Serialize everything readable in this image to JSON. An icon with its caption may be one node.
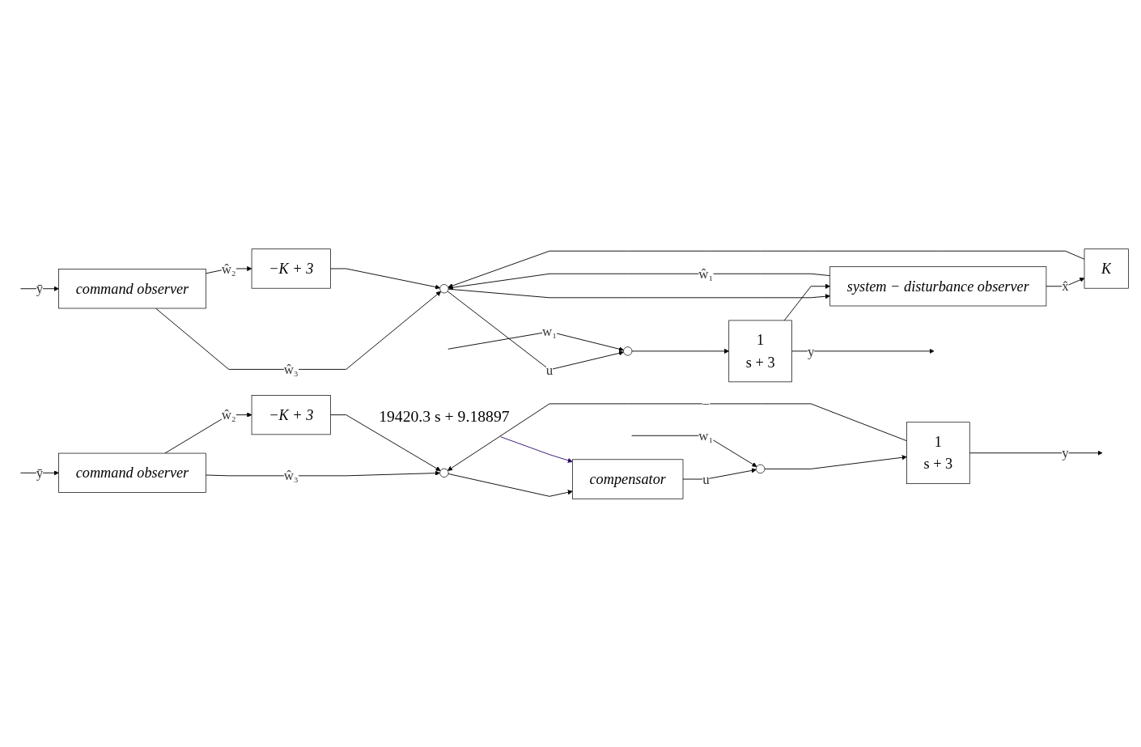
{
  "diagram": {
    "nodes": [
      {
        "text": [
          "command observer"
        ]
      },
      {
        "text": [
          "−K + 3"
        ]
      },
      {
        "text": [],
        "shape": "circle"
      },
      {
        "text": [
          "K"
        ]
      },
      {
        "text": [],
        "shape": "circle"
      },
      {
        "text": [
          "1",
          "s + 3"
        ]
      },
      {
        "text": [
          "system − disturbance observer"
        ]
      },
      {
        "text": [
          "command observer"
        ]
      },
      {
        "text": [
          "−K + 3"
        ]
      },
      {
        "text": [],
        "shape": "circle"
      },
      {
        "text": [
          "compensator"
        ]
      },
      {
        "text": [],
        "shape": "circle"
      },
      {
        "text": [
          "1",
          "s + 3"
        ]
      },
      {
        "text": [
          "19420.3     s + 9.18897"
        ]
      }
    ],
    "edges": [
      {
        "from": null,
        "to": 0,
        "arrow": "to",
        "label": "ȳ"
      },
      {
        "from": 0,
        "to": 2,
        "arrow": "to",
        "label": "ŵ₃"
      },
      {
        "from": 0,
        "to": 1,
        "arrow": "to",
        "label": "ŵ₂"
      },
      {
        "from": 1,
        "to": 2,
        "arrow": "to"
      },
      {
        "from": 3,
        "to": 2,
        "arrow": "to"
      },
      {
        "from": 6,
        "to": 2,
        "arrow": "to",
        "label": "ŵ₁"
      },
      {
        "from": 6,
        "to": 3,
        "arrow": "to",
        "label": "x̂"
      },
      {
        "from": 2,
        "to": 4,
        "arrow": "to",
        "label": "u"
      },
      {
        "from": 2,
        "to": 6,
        "arrow": "to"
      },
      {
        "from": null,
        "to": 4,
        "arrow": "to",
        "label": "w₁"
      },
      {
        "from": 4,
        "to": 5,
        "arrow": "to"
      },
      {
        "from": 5,
        "to": null,
        "arrow": "to",
        "label": "y"
      },
      {
        "from": 5,
        "to": 6,
        "arrow": "to"
      },
      {
        "from": null,
        "to": 7,
        "arrow": "to",
        "label": "ȳ"
      },
      {
        "from": 7,
        "to": 9,
        "arrow": "to",
        "label": "ŵ₃"
      },
      {
        "from": 7,
        "to": 8,
        "arrow": "to",
        "label": "ŵ₂"
      },
      {
        "from": 8,
        "to": 9,
        "arrow": "to"
      },
      {
        "from": 9,
        "to": 10,
        "arrow": "to"
      },
      {
        "from": 10,
        "to": 11,
        "arrow": "to",
        "label": "u"
      },
      {
        "from": null,
        "to": 11,
        "arrow": "to",
        "label": "w₁"
      },
      {
        "from": 11,
        "to": 12,
        "arrow": "to"
      },
      {
        "from": 12,
        "to": null,
        "arrow": "to",
        "label": "y"
      },
      {
        "from": 12,
        "to": 9,
        "arrow": "to",
        "label": "−"
      },
      {
        "from": 13,
        "to": 10,
        "arrow": "to",
        "color": "#2e0a6e"
      }
    ]
  }
}
